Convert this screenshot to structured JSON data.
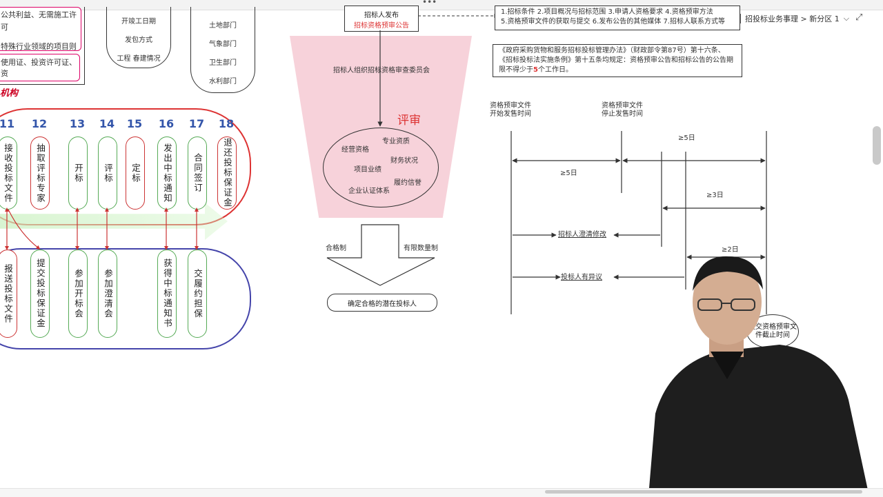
{
  "toolbar": {
    "breadcrumb": "招投标业务事理 > 新分区 1",
    "more": "•••",
    "expand": "⤢"
  },
  "left_notes": {
    "note1_line1": "公共利益、无需施工许可",
    "note1_line2": "特殊行业领域的项目则需",
    "note2": "使用证、投资许可证、资",
    "cap1": [
      "开竣工日期",
      "发包方式",
      "工程 春建情况"
    ],
    "cap2": [
      "土地部门",
      "气象部门",
      "卫生部门",
      "水利部门"
    ],
    "section_label": "机构"
  },
  "steps": {
    "numbers": [
      "11",
      "12",
      "13",
      "14",
      "15",
      "16",
      "17",
      "18"
    ],
    "top": [
      "接收投标文件",
      "抽取评标专家",
      "开标",
      "评标",
      "定标",
      "发出中标通知",
      "合同签订",
      "退还投标保证金"
    ],
    "bottom": [
      "报送投标文件",
      "提交投标保证金",
      "参加开标会",
      "参加澄清会",
      "获得中标通知书",
      "交履约担保"
    ]
  },
  "funnel": {
    "publish_line1": "招标人发布",
    "publish_line2": "招标资格预审公告",
    "committee": "招标人组织招标资格审查委员会",
    "review": "评审",
    "criteria": [
      "专业资质",
      "经营资格",
      "财务状况",
      "项目业绩",
      "履约信誉",
      "企业认证体系"
    ],
    "left_branch": "合格制",
    "right_branch": "有限数量制",
    "result": "确定合格的潜在投标人"
  },
  "right_notes": {
    "list_line1": "1.招标条件  2.项目概况与招标范围  3.申请人资格要求  4.资格预审方法",
    "list_line2": "5.资格预审文件的获取与提交  6.发布公告的其他媒体  7.招标人联系方式等",
    "law_line1": "《政府采购货物和服务招标投标管理办法》（财政部令第87号）第十六条、",
    "law_line2": "《招标投标法实施条例》第十五条均规定：资格预审公告和招标公告的公告期",
    "law_line3a": "限不得少于",
    "law_line3b": "5",
    "law_line3c": "个工作日。"
  },
  "timeline": {
    "start_label_1": "资格预审文件",
    "start_label_2": "开始发售时间",
    "stop_label_1": "资格预审文件",
    "stop_label_2": "停止发售时间",
    "gap1": "≥5日",
    "gap2": "≥5日",
    "gap3": "≥3日",
    "gap4": "≥2日",
    "clarify": "招标人澄清修改",
    "objection": "投标人有异议",
    "deadline": "提交资格预审文件截止时间"
  }
}
